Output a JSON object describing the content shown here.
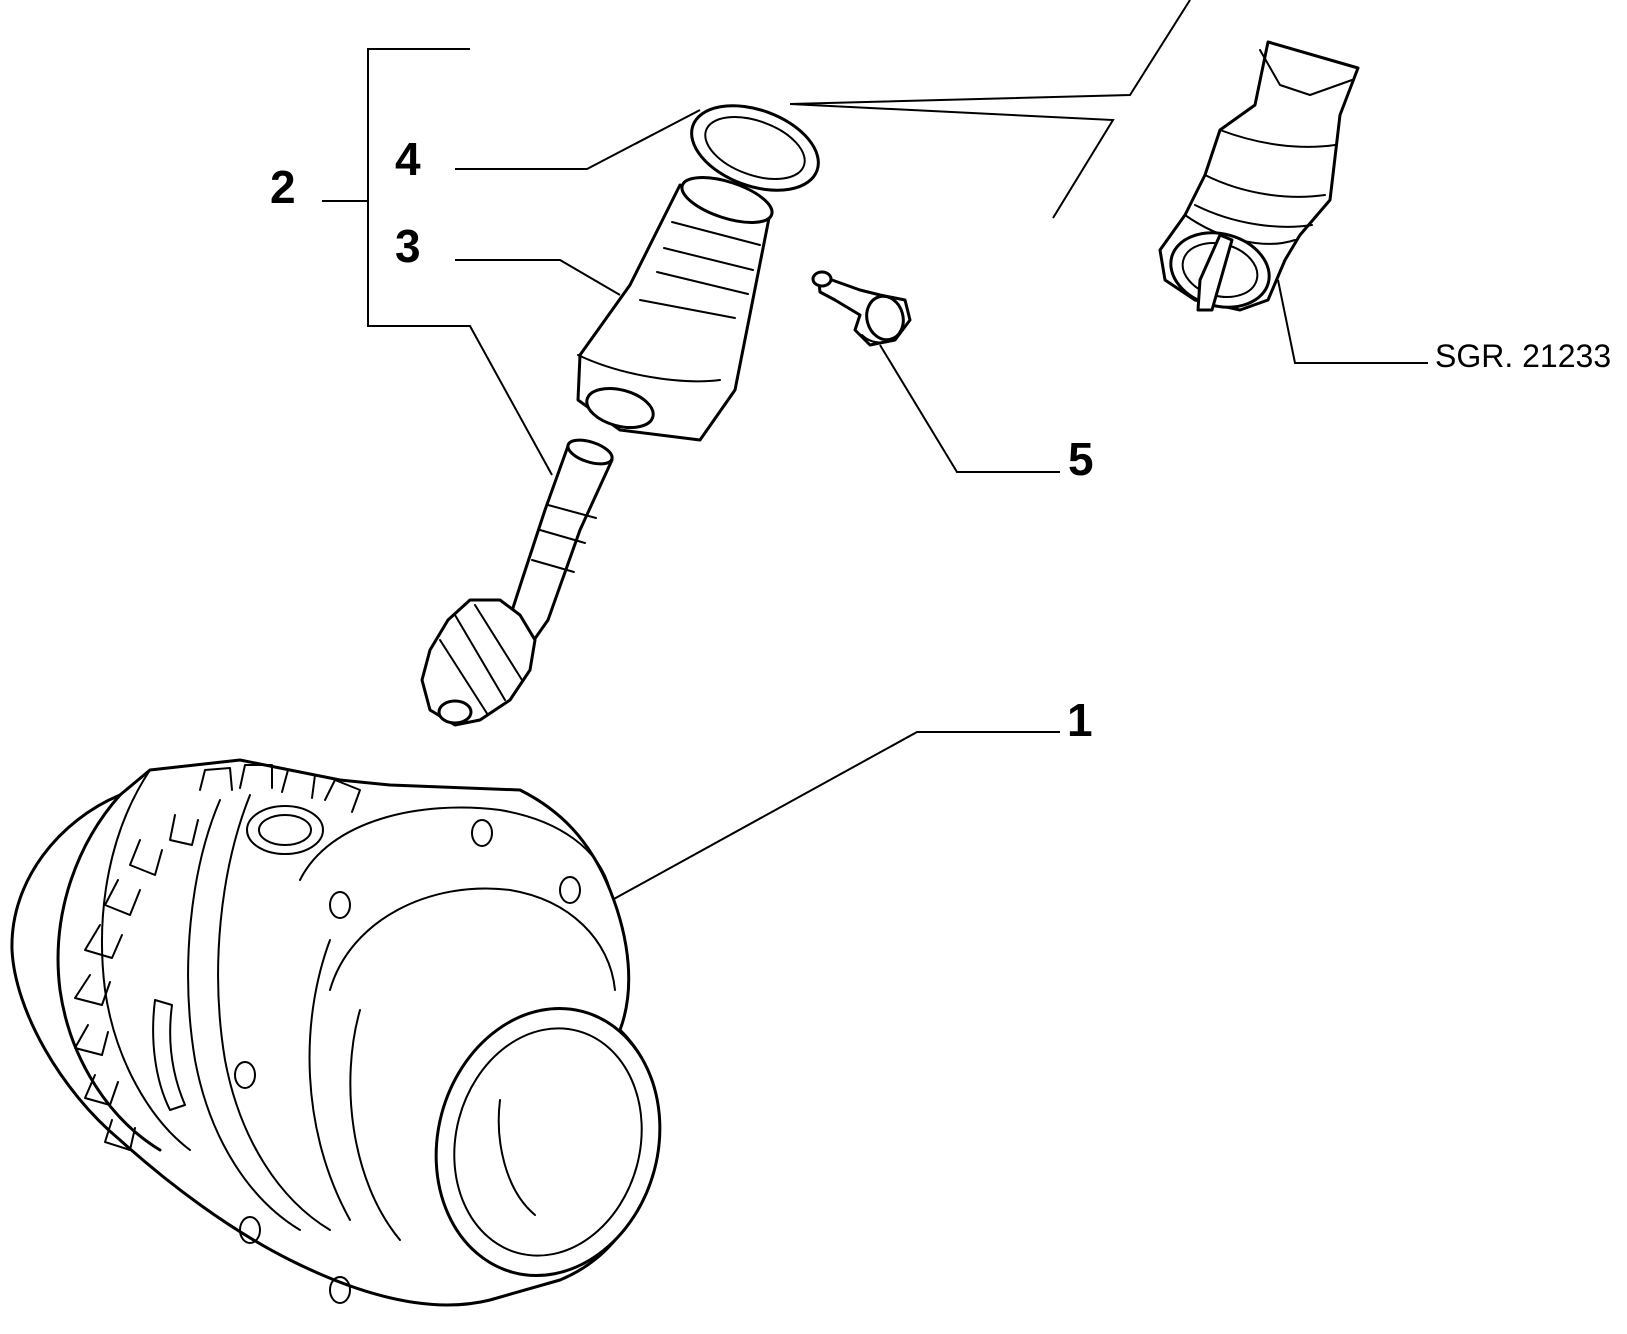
{
  "callouts": {
    "c1": "1",
    "c2": "2",
    "c3": "3",
    "c4": "4",
    "c5": "5",
    "ref": "SGR. 21233"
  },
  "parts": [
    {
      "callout": "1",
      "icon": "differential-housing-icon"
    },
    {
      "callout": "2",
      "icon": "speedometer-drive-assembly-bracket"
    },
    {
      "callout": "3",
      "icon": "drive-gear-bushing-icon"
    },
    {
      "callout": "4",
      "icon": "o-ring-seal-icon"
    },
    {
      "callout": "5",
      "icon": "screw-icon"
    },
    {
      "callout": "SGR. 21233",
      "icon": "speed-sensor-icon"
    }
  ],
  "colors": {
    "line": "#000000",
    "background": "#ffffff"
  }
}
